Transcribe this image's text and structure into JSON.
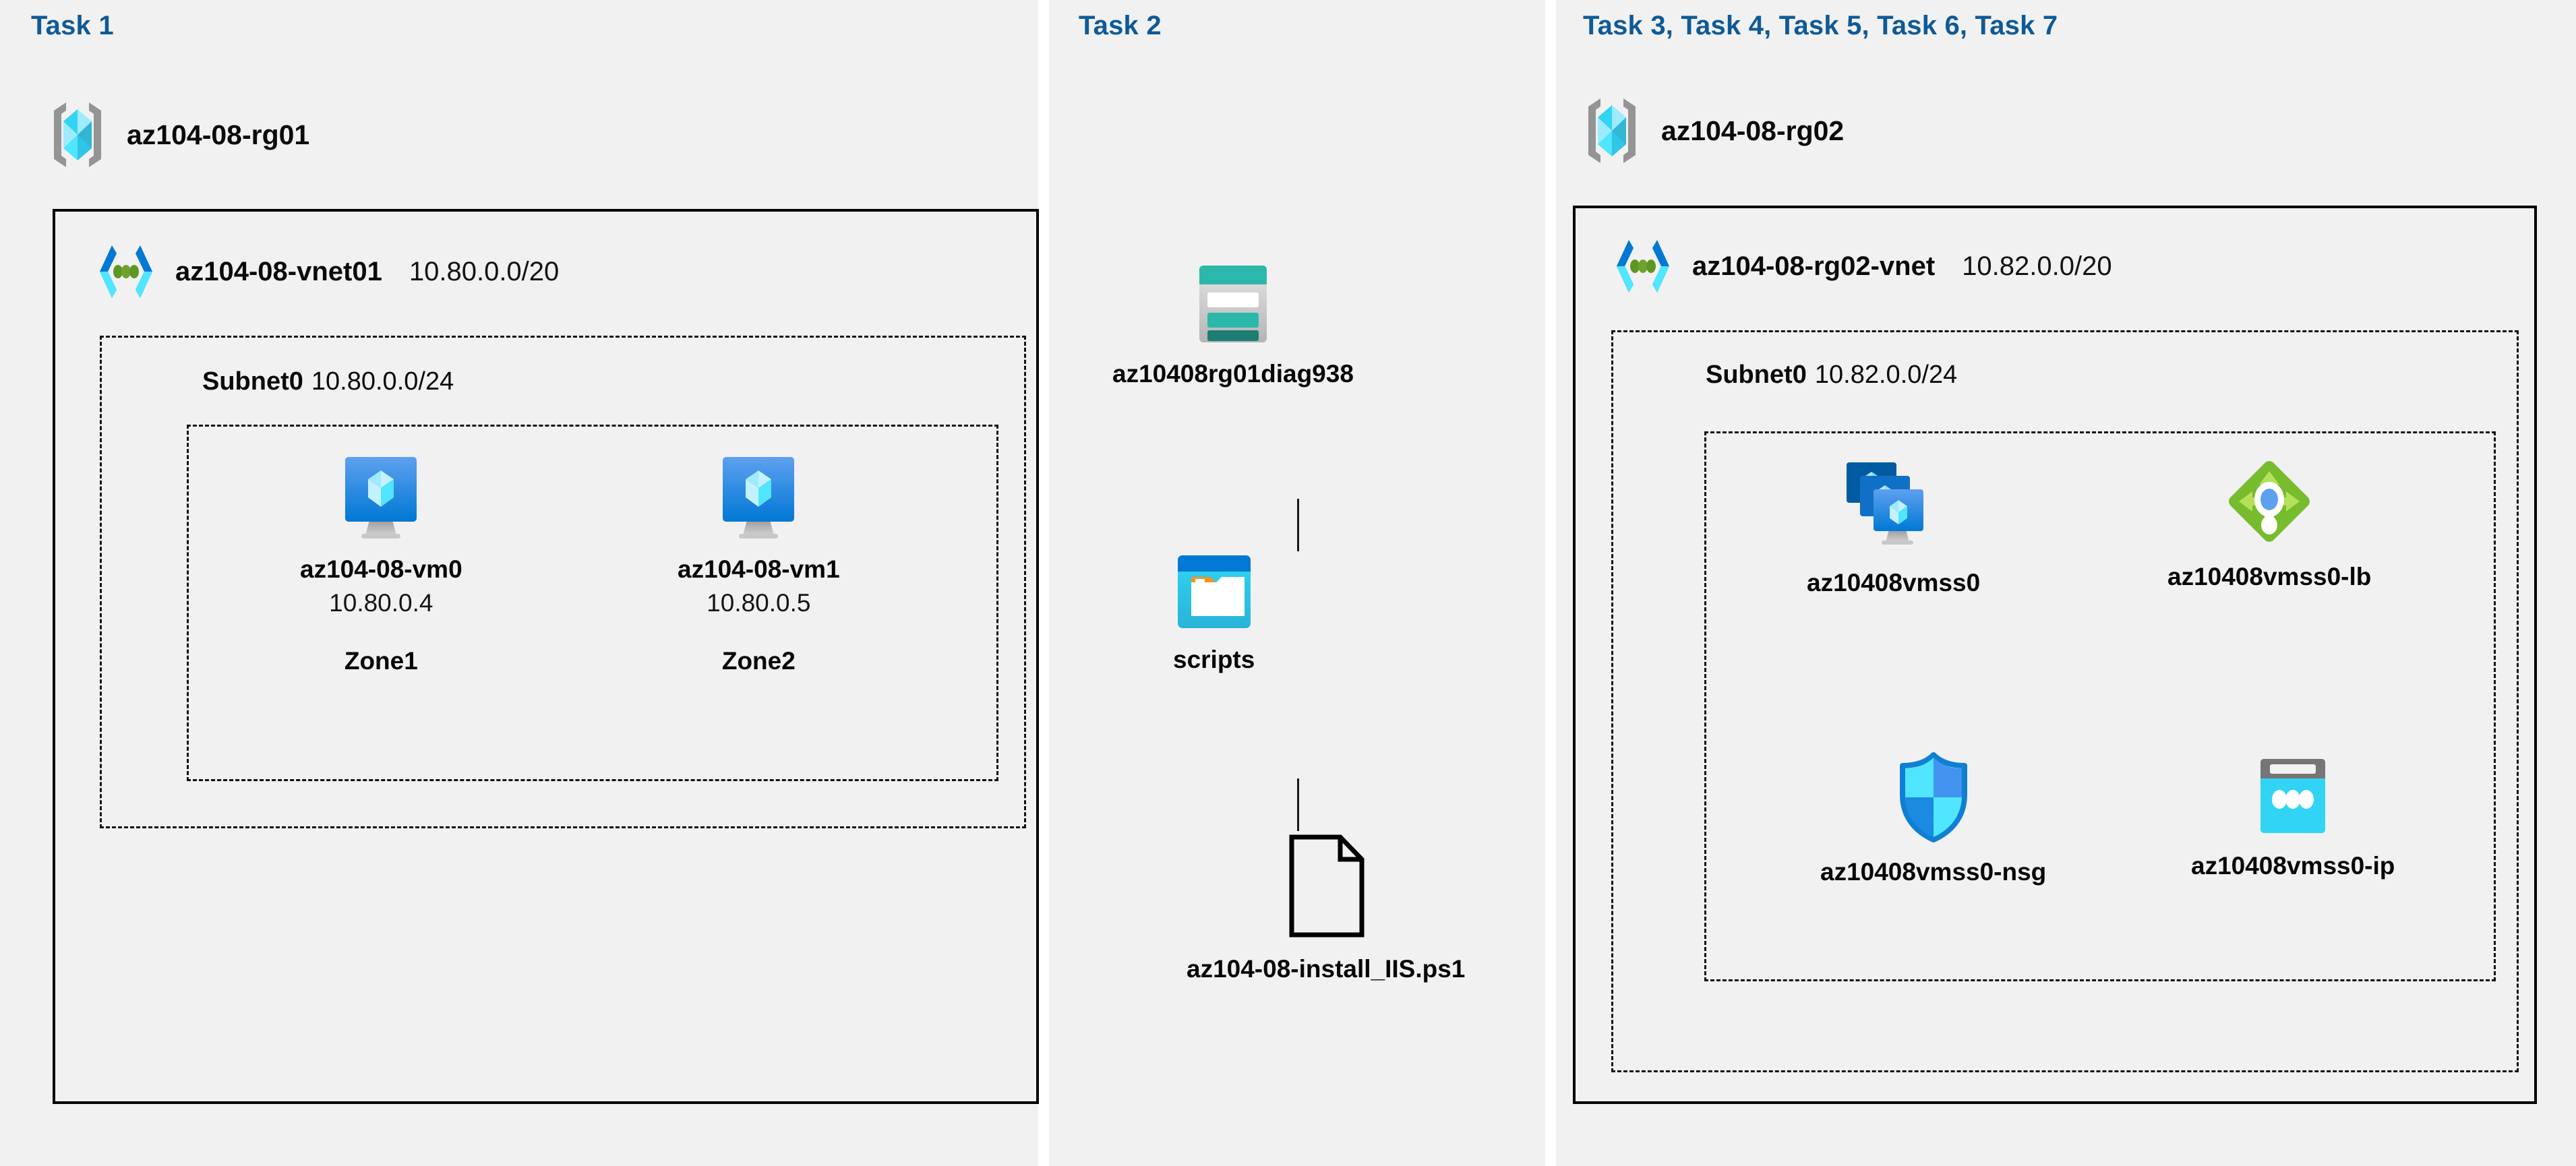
{
  "columns": [
    {
      "id": "task1",
      "label": "Task 1"
    },
    {
      "id": "task2",
      "label": "Task 2"
    },
    {
      "id": "task3",
      "label": "Task 3, Task 4, Task 5, Task 6, Task 7"
    }
  ],
  "resource_groups": [
    {
      "name": "az104-08-rg01",
      "icon": "resource-group-icon"
    },
    {
      "name": "az104-08-rg02",
      "icon": "resource-group-icon"
    }
  ],
  "vnets": [
    {
      "name": "az104-08-vnet01",
      "cidr": "10.80.0.0/20",
      "icon": "virtual-network-icon"
    },
    {
      "name": "az104-08-rg02-vnet",
      "cidr": "10.82.0.0/20",
      "icon": "virtual-network-icon"
    }
  ],
  "subnets": [
    {
      "name": "Subnet0",
      "cidr": "10.80.0.0/24"
    },
    {
      "name": "Subnet0",
      "cidr": "10.82.0.0/24"
    }
  ],
  "vms": [
    {
      "name": "az104-08-vm0",
      "ip": "10.80.0.4",
      "zone": "Zone1",
      "icon": "virtual-machine-icon"
    },
    {
      "name": "az104-08-vm1",
      "ip": "10.80.0.5",
      "zone": "Zone2",
      "icon": "virtual-machine-icon"
    }
  ],
  "storage": {
    "account": {
      "name": "az10408rg01diag938",
      "icon": "storage-account-icon"
    },
    "container": {
      "name": "scripts",
      "icon": "blob-container-icon"
    },
    "file": {
      "name": "az104-08-install_IIS.ps1",
      "icon": "script-file-icon"
    }
  },
  "scale_set_resources": [
    {
      "name": "az10408vmss0",
      "icon": "vm-scale-set-icon"
    },
    {
      "name": "az10408vmss0-lb",
      "icon": "load-balancer-icon"
    },
    {
      "name": "az10408vmss0-nsg",
      "icon": "network-security-group-icon"
    },
    {
      "name": "az10408vmss0-ip",
      "icon": "public-ip-address-icon"
    }
  ],
  "colors": {
    "task_label": "#0f5a96",
    "panel_background": "#f1f1f1",
    "page_background": "#ffffff",
    "box_border": "#000000",
    "azure_blue": "#0078d4",
    "azure_cyan": "#50e6ff",
    "storage_teal": "#2bb8ab",
    "lb_green": "#76bc2d",
    "folder_orange": "#f7941e",
    "rg_bracket_gray": "#949494"
  }
}
